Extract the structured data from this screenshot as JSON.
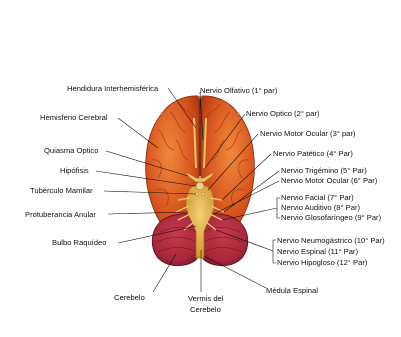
{
  "colors": {
    "cerebrum": "#d9561f",
    "cerebrum_highlight": "#f0893a",
    "cerebrum_shadow": "#a8330f",
    "cerebellum": "#a8283a",
    "cerebellum_dark": "#6e1424",
    "brainstem": "#e8b04a",
    "nerves": "#e8c46a",
    "leader_lines": "#111111"
  },
  "labels": {
    "left": {
      "hendidura": "Hendidura Interhemisférica",
      "hemisferio": "Hemisferio Cerebral",
      "quiasma": "Quiasma Optico",
      "hipofisis": "Hipófisis",
      "tuberculo": "Tubérculo Mamilar",
      "protuberancia": "Protuberancia Anular",
      "bulbo": "Bulbo Raquídeo"
    },
    "right": {
      "olfativo": "Nervio Olfativo (1° par)",
      "optico": "Nervio Optico (2° par)",
      "motor_ocular_3": "Nervio Motor Ocular  (3° par)",
      "patetico": "Nervio Patético (4° Par)",
      "trigemino": "Nervio Trigémino (5° Par)",
      "motor_ocular_6": "Nervio Motor Ocular (6° Par)",
      "facial": "Nervio Facial (7° Par)",
      "auditivo": "Nervio Auditivo (8° Par)",
      "glosofaringeo": "Nervio Glosofaríngeo (9° Par)",
      "neumogastrico": "Nervio Neumogástrico (10° Par)",
      "espinal": "Nervio Espinal (11° Par)",
      "hipogloso": "Nervio Hipogloso (12° Par)"
    },
    "bottom": {
      "cerebelo": "Cerebelo",
      "vermis_line1": "Vermis del",
      "vermis_line2": "Cerebelo",
      "medula": "Médula Espinal"
    }
  }
}
